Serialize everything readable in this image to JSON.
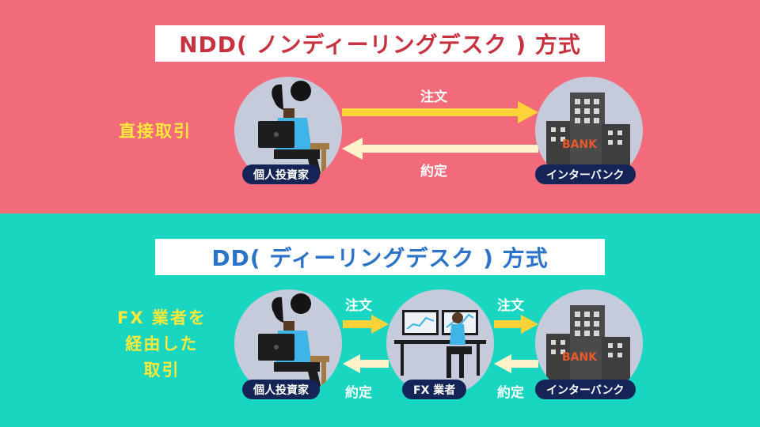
{
  "ndd": {
    "title": "NDD( ノンディーリングデスク ) 方式",
    "side_label": "直接取引",
    "investor_label": "個人投資家",
    "bank_label": "インターバンク",
    "order_label": "注文",
    "contract_label": "約定",
    "bank_text": "BANK"
  },
  "dd": {
    "title": "DD( ディーリングデスク ) 方式",
    "side_label_lines": [
      "FX 業者を",
      "経由した",
      "取引"
    ],
    "investor_label": "個人投資家",
    "broker_label": "FX 業者",
    "bank_label": "インターバンク",
    "order_label_1": "注文",
    "order_label_2": "注文",
    "contract_label_1": "約定",
    "contract_label_2": "約定",
    "bank_text": "BANK"
  },
  "colors": {
    "top_bg": "#f26b7b",
    "bottom_bg": "#18d6bf",
    "ndd_title": "#c8313f",
    "dd_title": "#2a73c9",
    "arrow_order": "#ffd23a",
    "arrow_contract": "#fff3c9",
    "pill": "#142457",
    "side_label": "#ffe83c"
  }
}
